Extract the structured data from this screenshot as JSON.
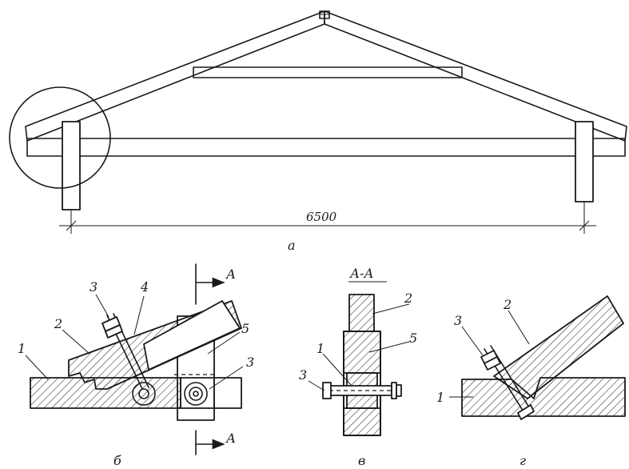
{
  "figure": {
    "dimension_label": "6500",
    "views": {
      "a": "а",
      "b": "б",
      "v": "в",
      "g": "г"
    },
    "section": {
      "cut_letter": "А",
      "title": "А-А"
    },
    "part_labels": {
      "p1": "1",
      "p2": "2",
      "p3": "3",
      "p4": "4",
      "p5": "5"
    }
  }
}
